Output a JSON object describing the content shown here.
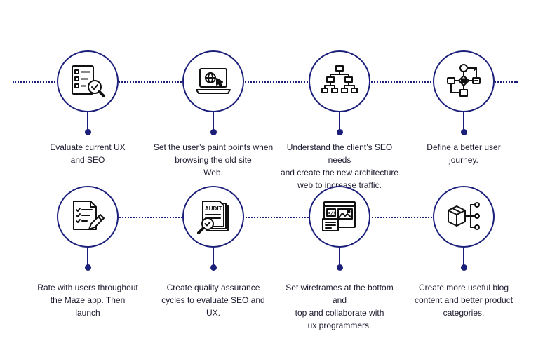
{
  "accent_color": "#1b1f7a",
  "steps": [
    {
      "icon": "checklist-magnifier-icon",
      "lines": [
        "Evaluate current UX",
        "and SEO"
      ]
    },
    {
      "icon": "laptop-globe-icon",
      "lines": [
        "Set the user’s paint points when",
        "browsing the old site",
        "Web."
      ]
    },
    {
      "icon": "sitemap-hierarchy-icon",
      "lines": [
        "Understand the client’s SEO needs",
        "and create the new architecture",
        "web to increase traffic."
      ]
    },
    {
      "icon": "flowchart-icon",
      "lines": [
        "Define a better user",
        "journey."
      ]
    },
    {
      "icon": "document-pen-icon",
      "lines": [
        "Rate with users throughout",
        "the Maze app. Then",
        "launch"
      ]
    },
    {
      "icon": "audit-documents-icon",
      "lines": [
        "Create quality assurance",
        "cycles to evaluate SEO and",
        "UX."
      ]
    },
    {
      "icon": "wireframe-browser-icon",
      "lines": [
        "Set wireframes at the bottom and",
        "top and collaborate with",
        "ux programmers."
      ]
    },
    {
      "icon": "box-network-icon",
      "lines": [
        "Create more useful blog",
        "content and better product",
        "categories."
      ]
    }
  ]
}
